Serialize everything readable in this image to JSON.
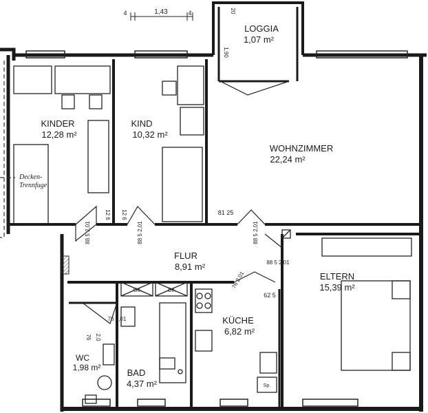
{
  "rooms": {
    "loggia": {
      "name": "LOGGIA",
      "area": "1,07 m²"
    },
    "kinder": {
      "name": "KINDER",
      "area": "12,28 m²"
    },
    "kind": {
      "name": "KIND",
      "area": "10,32 m²"
    },
    "wohnzimmer": {
      "name": "WOHNZIMMER",
      "area": "22,24 m²"
    },
    "flur": {
      "name": "FLUR",
      "area": "8,91 m²"
    },
    "eltern": {
      "name": "ELTERN",
      "area": "15,39 m²"
    },
    "kueche": {
      "name": "KÜCHE",
      "area": "6,82 m²"
    },
    "wc": {
      "name": "WC",
      "area": "1,98 m²"
    },
    "bad": {
      "name": "BAD",
      "area": "4,37 m²"
    }
  },
  "dimensions": {
    "top_left": "4",
    "top_mid": "1,43",
    "top_right": "4",
    "loggia_a": "20",
    "loggia_b": "1,90",
    "d_126a": "12 6",
    "d_126b": "12 6",
    "d_8125": "81 25",
    "door_kinder": "88 5 2,01",
    "door_kind": "88 5 2,01",
    "door_wohn": "88 5 2,01",
    "door_eltern": "88 5 2,01",
    "door_kueche": "76 2,01",
    "door_bad": "76 2,01",
    "d_625": "62 5",
    "wc_w": "76",
    "wc_h": "2,0"
  },
  "notes": {
    "decken_1": "Decken-",
    "decken_2": "Trennfuge",
    "appliance_ge": "Ge.",
    "appliance_be": "Be.",
    "appliance_sp": "Sp."
  }
}
